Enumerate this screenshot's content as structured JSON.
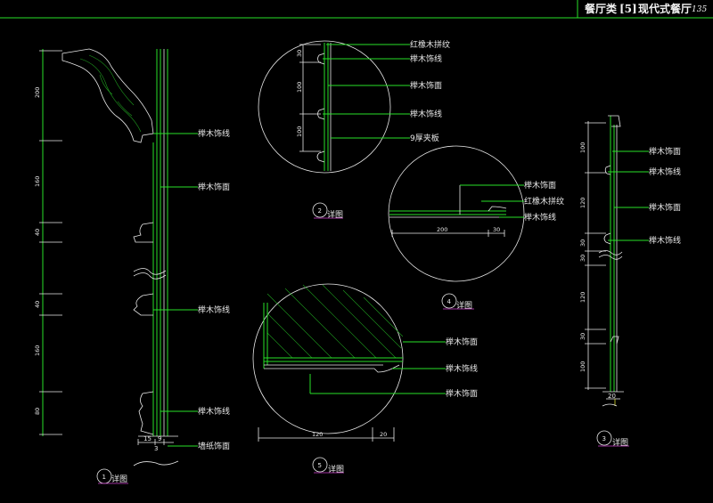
{
  "title": {
    "main": "餐厅类",
    "bracket": "[5]",
    "sub": "现代式餐厅",
    "page": "135"
  },
  "detail_caption": "详图",
  "details": [
    {
      "num": "1"
    },
    {
      "num": "2"
    },
    {
      "num": "4"
    },
    {
      "num": "5"
    },
    {
      "num": "3"
    }
  ],
  "view1": {
    "labels": [
      "榉木饰线",
      "榉木饰面",
      "榉木饰线",
      "榉木饰线",
      "墙纸饰面"
    ],
    "dims": [
      "200",
      "160",
      "40",
      "40",
      "160",
      "80"
    ],
    "bottom_dims": [
      "15",
      "9",
      "3"
    ]
  },
  "view2": {
    "labels": [
      "红橡木拼纹",
      "榉木饰线",
      "榉木饰面",
      "榉木饰线",
      "9厚夹板"
    ],
    "dims": [
      "30",
      "100",
      "100"
    ]
  },
  "view4": {
    "labels": [
      "榉木饰面",
      "红橡木拼纹",
      "榉木饰线"
    ],
    "dims": [
      "200",
      "30"
    ]
  },
  "view5": {
    "labels": [
      "榉木饰面",
      "榉木饰线",
      "榉木饰面"
    ],
    "dims": [
      "120",
      "20"
    ]
  },
  "view3": {
    "labels": [
      "榉木饰面",
      "榉木饰线",
      "榉木饰面",
      "榉木饰线"
    ],
    "dims": [
      "100",
      "120",
      "30",
      "30",
      "120",
      "30",
      "100"
    ],
    "bottom_dims": [
      "20"
    ]
  }
}
